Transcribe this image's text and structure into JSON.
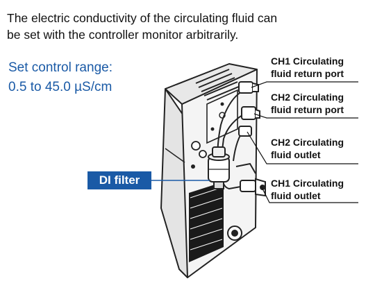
{
  "intro": {
    "line1": "The electric conductivity of the circulating fluid can",
    "line2": "be set with the controller monitor arbitrarily."
  },
  "range": {
    "line1": "Set control range:",
    "line2": "0.5 to 45.0 µS/cm"
  },
  "labels": {
    "ch1_return": [
      "CH1 Circulating",
      "fluid return port"
    ],
    "ch2_return": [
      "CH2 Circulating",
      "fluid return port"
    ],
    "ch2_outlet": [
      "CH2 Circulating",
      "fluid outlet"
    ],
    "ch1_outlet": [
      "CH1 Circulating",
      "fluid outlet"
    ],
    "di_filter": "DI filter"
  },
  "colors": {
    "accent": "#1a5aa6",
    "text": "#111111"
  }
}
